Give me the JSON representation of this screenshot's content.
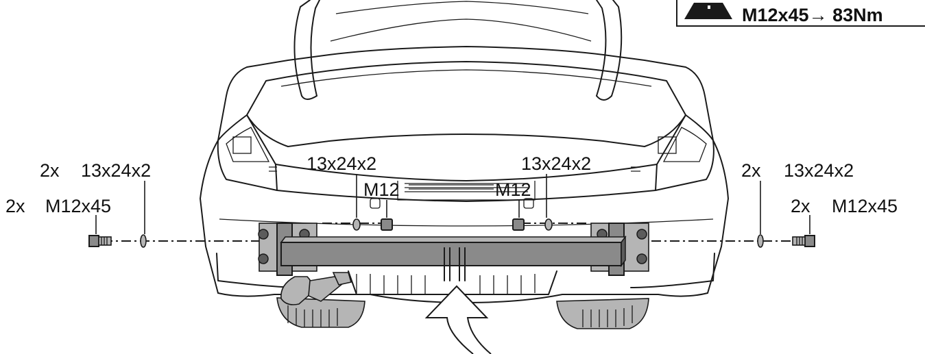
{
  "torque_box": {
    "spec": "M12x45→ 83Nm",
    "icon": "warning-triangle-icon"
  },
  "callouts": {
    "left_washer": {
      "qty": "2x",
      "size": "13x24x2"
    },
    "left_bolt": {
      "qty": "2x",
      "size": "M12x45"
    },
    "center_left_washer": "13x24x2",
    "center_right_washer": "13x24x2",
    "center_left_nut": "M12",
    "center_right_nut": "M12",
    "right_washer": {
      "qty": "2x",
      "size": "13x24x2"
    },
    "right_bolt": {
      "qty": "2x",
      "size": "M12x45"
    }
  },
  "icons": {
    "install_direction": "curved-arrow-icon"
  }
}
